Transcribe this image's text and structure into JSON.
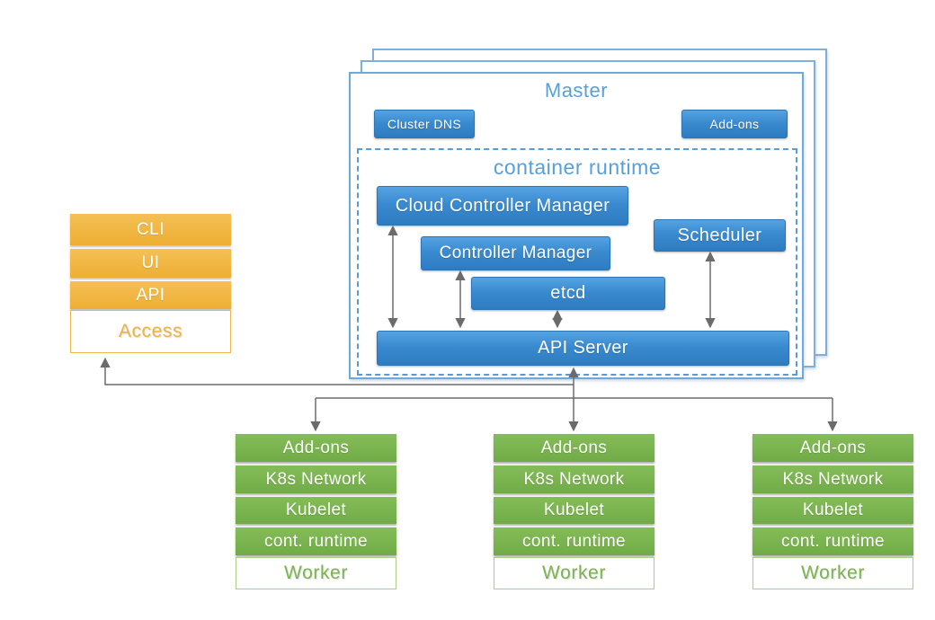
{
  "master": {
    "title": "Master",
    "cluster_dns_label": "Cluster DNS",
    "addons_label": "Add-ons",
    "container_runtime_title": "container runtime",
    "cloud_controller_manager": "Cloud Controller Manager",
    "controller_manager": "Controller Manager",
    "etcd": "etcd",
    "scheduler": "Scheduler",
    "api_server": "API Server"
  },
  "access": {
    "label": "Access",
    "layers": [
      "CLI",
      "UI",
      "API"
    ]
  },
  "worker": {
    "label": "Worker",
    "layers": [
      "Add-ons",
      "K8s Network",
      "Kubelet",
      "cont. runtime"
    ],
    "node_count": 3
  },
  "colors": {
    "component_blue_top": "#55a3e2",
    "component_blue_bottom": "#2e7cc0",
    "master_outline_blue": "#6ea9dc",
    "title_blue": "#58a0d9",
    "access_orange": "#f0b344",
    "worker_green": "#7ab450",
    "arrow_gray": "#6b6b6b"
  }
}
